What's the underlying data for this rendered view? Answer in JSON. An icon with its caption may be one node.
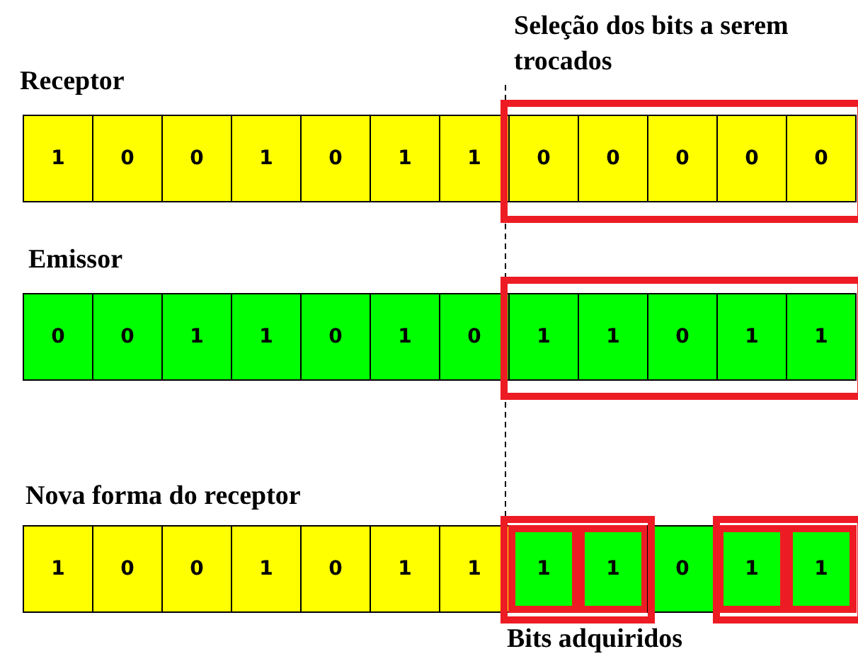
{
  "diagram": {
    "nodes": [
      {
        "text": [
          "1"
        ]
      },
      {
        "text": [
          "0"
        ]
      },
      {
        "text": [
          "0"
        ]
      },
      {
        "text": [
          "1"
        ]
      },
      {
        "text": [
          "0"
        ]
      },
      {
        "text": [
          "1"
        ]
      },
      {
        "text": [
          "1"
        ]
      },
      {
        "text": [
          "0"
        ]
      },
      {
        "text": [
          "0"
        ]
      },
      {
        "text": [
          "0"
        ]
      },
      {
        "text": [
          "0"
        ]
      },
      {
        "text": [
          "0"
        ]
      },
      {
        "text": [
          "0"
        ]
      },
      {
        "text": [
          "0"
        ]
      },
      {
        "text": [
          "1"
        ]
      },
      {
        "text": [
          "1"
        ]
      },
      {
        "text": [
          "0"
        ]
      },
      {
        "text": [
          "1"
        ]
      },
      {
        "text": [
          "0"
        ]
      },
      {
        "text": [
          "1"
        ]
      },
      {
        "text": [
          "1"
        ]
      },
      {
        "text": [
          "0"
        ]
      },
      {
        "text": [
          "1"
        ]
      },
      {
        "text": [
          "1"
        ]
      },
      {
        "text": [
          "1"
        ]
      },
      {
        "text": [
          "0"
        ]
      },
      {
        "text": [
          "0"
        ]
      },
      {
        "text": [
          "1"
        ]
      },
      {
        "text": [
          "0"
        ]
      },
      {
        "text": [
          "1"
        ]
      },
      {
        "text": [
          "1"
        ]
      },
      {
        "text": [
          "1"
        ]
      },
      {
        "text": [
          "1"
        ]
      },
      {
        "text": [
          "0"
        ]
      },
      {
        "text": [
          "1"
        ]
      },
      {
        "text": [
          "1"
        ]
      }
    ],
    "labels": [
      "Seleção dos bits a serem trocados",
      "Receptor",
      "Emissor",
      "Nova forma do receptor",
      "Bits adquiridos"
    ]
  }
}
